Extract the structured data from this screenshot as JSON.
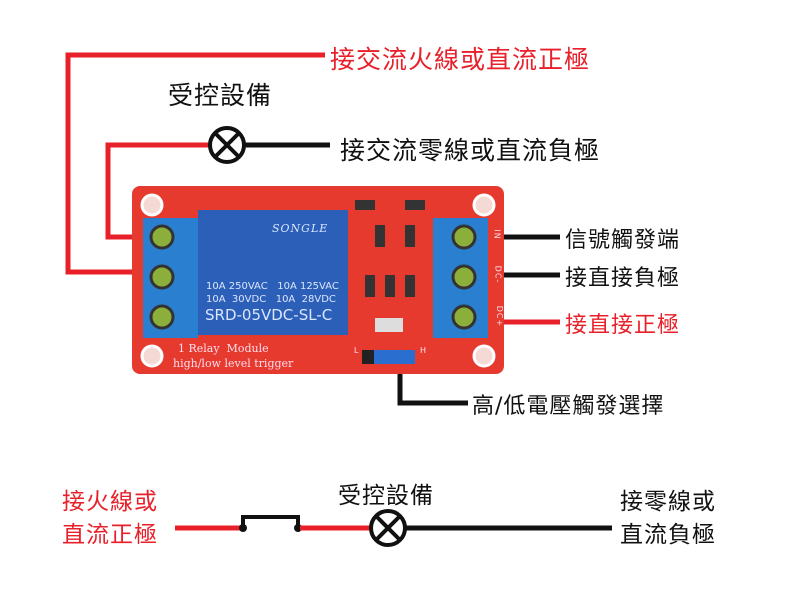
{
  "labels": {
    "live_or_dc_positive": "接交流火線或直流正極",
    "controlled_device": "受控設備",
    "neutral_or_dc_negative": "接交流零線或直流負極",
    "signal_trigger": "信號觸發端",
    "dc_negative": "接直接負極",
    "dc_positive": "接直接正極",
    "level_select": "高/低電壓觸發選擇"
  },
  "board": {
    "brand": "SONGLE",
    "rating_1": "10A 250VAC   10A 125VAC",
    "rating_2": "10A  30VDC   10A  28VDC",
    "model": "SRD-05VDC-SL-C",
    "title_1": "1 Relay  Module",
    "title_2": "high/low level trigger",
    "pin_in": "IN",
    "pin_dcm": "DC-",
    "pin_dcp": "DC+",
    "jumper_l": "L",
    "jumper_h": "H"
  },
  "bottom": {
    "left_1": "接火線或",
    "left_2": "直流正極",
    "device": "受控設備",
    "right_1": "接零線或",
    "right_2": "直流負極"
  },
  "colors": {
    "red": "#e8202a",
    "board": "#e63a2e",
    "relay": "#2c5fb8",
    "terminal": "#2a7fd0"
  }
}
